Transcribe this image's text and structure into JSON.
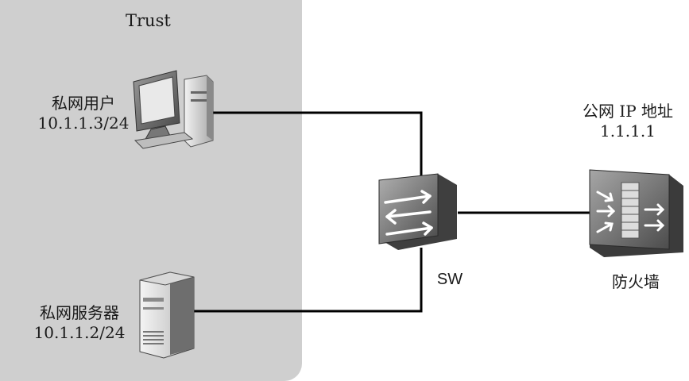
{
  "zone": {
    "title": "Trust"
  },
  "nodes": {
    "user": {
      "name": "私网用户",
      "ip": "10.1.1.3/24"
    },
    "server": {
      "name": "私网服务器",
      "ip": "10.1.1.2/24"
    },
    "switch": {
      "name": "SW"
    },
    "firewall": {
      "name": "防火墙",
      "public_label": "公网 IP 地址",
      "public_ip": "1.1.1.1"
    }
  },
  "links": [
    {
      "from": "user",
      "to": "switch"
    },
    {
      "from": "server",
      "to": "switch"
    },
    {
      "from": "switch",
      "to": "firewall"
    }
  ],
  "icons": {
    "user": "desktop-computer-icon",
    "server": "tower-server-icon",
    "switch": "network-switch-icon",
    "firewall": "firewall-icon"
  }
}
